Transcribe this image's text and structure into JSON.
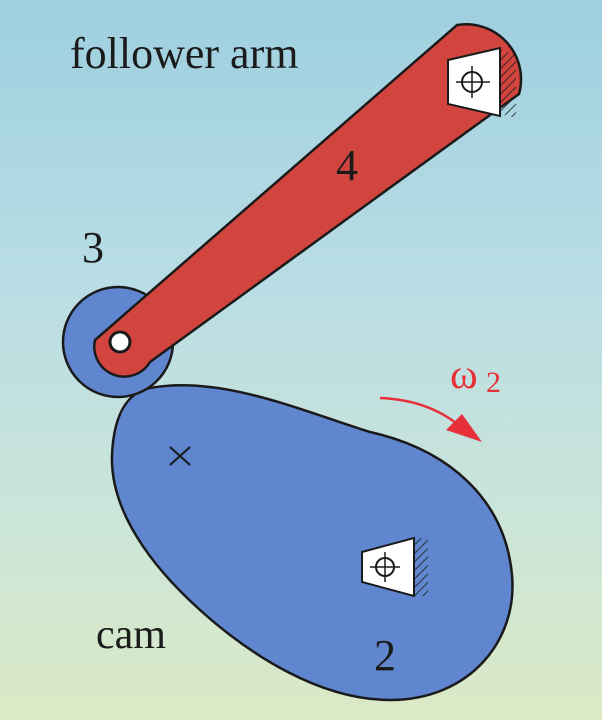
{
  "labels": {
    "follower_arm": "follower arm",
    "link_4": "4",
    "roller_3": "3",
    "omega": "ω",
    "omega_sub": "2",
    "cam": "cam",
    "link_2": "2"
  },
  "colors": {
    "background_top": "#9ecfe0",
    "background_bottom": "#dbe9c4",
    "arm": "#d2453f",
    "cam": "#5f86cf",
    "roller": "#5f86cf",
    "outline": "#1a1a1a",
    "rotation_arrow": "#e8303a"
  }
}
